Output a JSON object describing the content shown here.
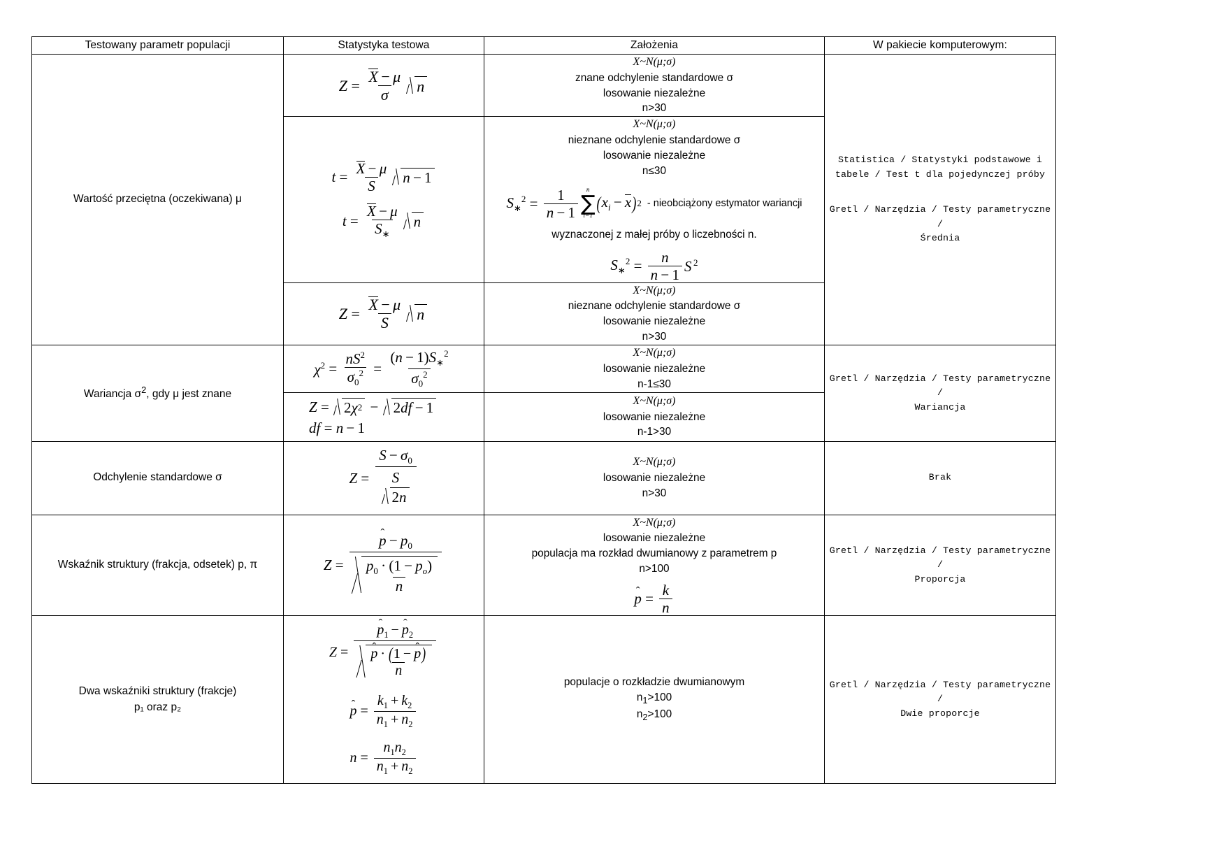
{
  "table": {
    "headers": [
      "Testowany parametr populacji",
      "Statystyka testowa",
      "Założenia",
      "W pakiecie komputerowym:"
    ],
    "rows": [
      {
        "parameter": "Wartość przeciętna (oczekiwana) μ",
        "package_lines": [
          "Statistica / Statystyki podstawowe i",
          "tabele / Test t dla pojedynczej próby",
          "",
          "Gretl / Narzędzia / Testy parametryczne /",
          "Średnia"
        ],
        "subrows": [
          {
            "statistic_desc": "Z = ((X̄ − μ)/σ)·√n",
            "assumptions": [
              "X~N(μ;σ)",
              "znane odchylenie standardowe σ",
              "losowanie niezależne",
              "n>30"
            ]
          },
          {
            "statistic_desc": "t = ((X̄ − μ)/S)·√(n−1) ; t = ((X̄ − μ)/S∗)·√n",
            "assumptions": [
              "X~N(μ;σ)",
              "nieznane odchylenie standardowe σ",
              "losowanie niezależne",
              "n≤30"
            ],
            "variance_note": "- nieobciążony estymator wariancji",
            "variance_note2": "wyznaczonej z małej próby o liczebności n."
          },
          {
            "statistic_desc": "Z = ((X̄ − μ)/S)·√n",
            "assumptions": [
              "X~N(μ;σ)",
              "nieznane odchylenie standardowe σ",
              "losowanie niezależne",
              "n>30"
            ]
          }
        ]
      },
      {
        "parameter": "Wariancja σ², gdy μ jest znane",
        "package_lines": [
          "Gretl / Narzędzia / Testy parametryczne /",
          "Wariancja"
        ],
        "subrows": [
          {
            "statistic_desc": "χ² = nS²/σ₀² = (n−1)S∗²/σ₀²",
            "assumptions": [
              "X~N(μ;σ)",
              "losowanie niezależne",
              "n-1≤30"
            ]
          },
          {
            "statistic_desc": "Z = √(2χ²) − √(2df−1) ; df = n − 1",
            "assumptions": [
              "X~N(μ;σ)",
              "losowanie niezależne",
              "n-1>30"
            ]
          }
        ]
      },
      {
        "parameter": "Odchylenie standardowe σ",
        "package_lines": [
          "Brak"
        ],
        "subrows": [
          {
            "statistic_desc": "Z = (S − σ₀) / (S/√(2n))",
            "assumptions": [
              "X~N(μ;σ)",
              "losowanie niezależne",
              "n>30"
            ]
          }
        ]
      },
      {
        "parameter": "Wskaźnik struktury (frakcja, odsetek) p, π",
        "package_lines": [
          "Gretl / Narzędzia / Testy parametryczne /",
          "Proporcja"
        ],
        "subrows": [
          {
            "statistic_desc": "Z = (p̂ − p₀) / √(p₀·(1−pₒ)/n)",
            "assumptions": [
              "X~N(μ;σ)",
              "losowanie niezależne",
              "populacja ma rozkład dwumianowy z parametrem p",
              "n>100"
            ],
            "extra_formula": "p̂ = k/n"
          }
        ]
      },
      {
        "parameter_lines": [
          "Dwa wskaźniki struktury (frakcje)",
          "p₁ oraz p₂"
        ],
        "package_lines": [
          "Gretl / Narzędzia / Testy parametryczne /",
          "Dwie proporcje"
        ],
        "subrows": [
          {
            "statistic_desc": "Z = (p̂₁ − p̂₂)/√(p̂·(1−p̂)/n) ; p̂ = (k₁+k₂)/(n₁+n₂) ; n = n₁n₂/(n₁+n₂)",
            "assumptions": [
              "populacje o rozkładzie dwumianowym",
              "n₁>100",
              "n₂>100"
            ]
          }
        ]
      }
    ]
  }
}
